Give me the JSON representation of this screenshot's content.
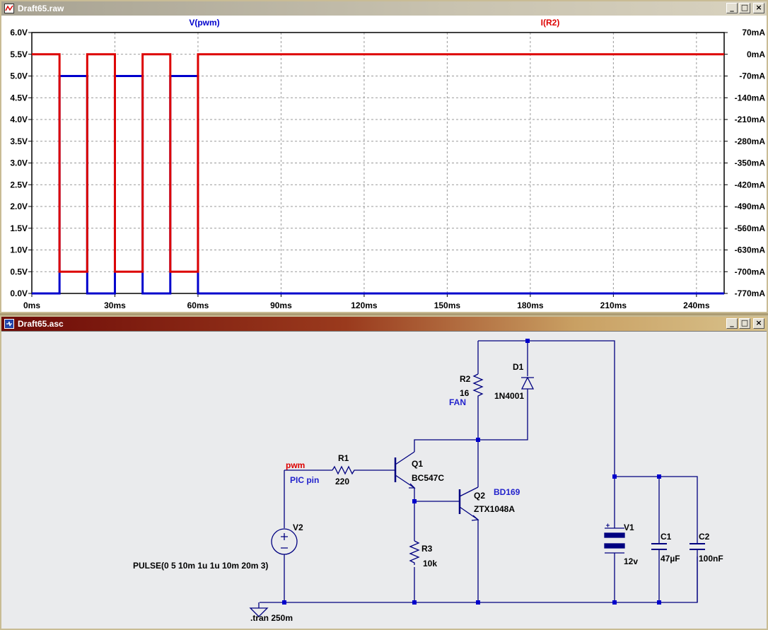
{
  "plot_window": {
    "title": "Draft65.raw",
    "buttons": [
      "_",
      "□",
      "×"
    ]
  },
  "schematic_window": {
    "title": "Draft65.asc",
    "buttons": [
      "_",
      "□",
      "×"
    ]
  },
  "chart_data": {
    "type": "line",
    "title": "",
    "xlabel": "",
    "xlim_ms": [
      0,
      250
    ],
    "x_ticks": [
      "0ms",
      "30ms",
      "60ms",
      "90ms",
      "120ms",
      "150ms",
      "180ms",
      "210ms",
      "240ms"
    ],
    "left_axis": {
      "ylim": [
        0,
        6
      ],
      "ticks": [
        "0.0V",
        "0.5V",
        "1.0V",
        "1.5V",
        "2.0V",
        "2.5V",
        "3.0V",
        "3.5V",
        "4.0V",
        "4.5V",
        "5.0V",
        "5.5V",
        "6.0V"
      ]
    },
    "right_axis": {
      "ylim_mA": [
        -770,
        70
      ],
      "ticks": [
        "-770mA",
        "-700mA",
        "-630mA",
        "-560mA",
        "-490mA",
        "-420mA",
        "-350mA",
        "-280mA",
        "-210mA",
        "-140mA",
        "-70mA",
        "0mA",
        "70mA"
      ]
    },
    "grid": true,
    "series": [
      {
        "name": "V(pwm)",
        "color": "#0000cc",
        "axis": "left",
        "x_ms": [
          0,
          10,
          10,
          20,
          20,
          30,
          30,
          40,
          40,
          50,
          50,
          60,
          60,
          250
        ],
        "y_V": [
          0,
          0,
          5,
          5,
          0,
          0,
          5,
          5,
          0,
          0,
          5,
          5,
          0,
          0
        ]
      },
      {
        "name": "I(R2)",
        "color": "#dd0000",
        "axis": "right",
        "x_ms": [
          0,
          10,
          10,
          20,
          20,
          30,
          30,
          40,
          40,
          50,
          50,
          60,
          60,
          250
        ],
        "y_mA": [
          0,
          0,
          -700,
          -700,
          0,
          0,
          -700,
          -700,
          0,
          0,
          -700,
          -700,
          0,
          0
        ]
      }
    ]
  },
  "schematic": {
    "net_label": "pwm",
    "comments": {
      "pic_pin": "PIC pin",
      "fan": "FAN",
      "bd169": "BD169"
    },
    "components": {
      "R1": {
        "ref": "R1",
        "value": "220"
      },
      "R2": {
        "ref": "R2",
        "value": "16"
      },
      "R3": {
        "ref": "R3",
        "value": "10k"
      },
      "D1": {
        "ref": "D1",
        "value": "1N4001"
      },
      "Q1": {
        "ref": "Q1",
        "value": "BC547C"
      },
      "Q2": {
        "ref": "Q2",
        "value": "ZTX1048A"
      },
      "V1": {
        "ref": "V1",
        "value": "12v"
      },
      "V2": {
        "ref": "V2",
        "value": "PULSE(0 5 10m 1u 1u 10m 20m 3)"
      },
      "C1": {
        "ref": "C1",
        "value": "47µF"
      },
      "C2": {
        "ref": "C2",
        "value": "100nF"
      }
    },
    "directive": ".tran 250m"
  }
}
